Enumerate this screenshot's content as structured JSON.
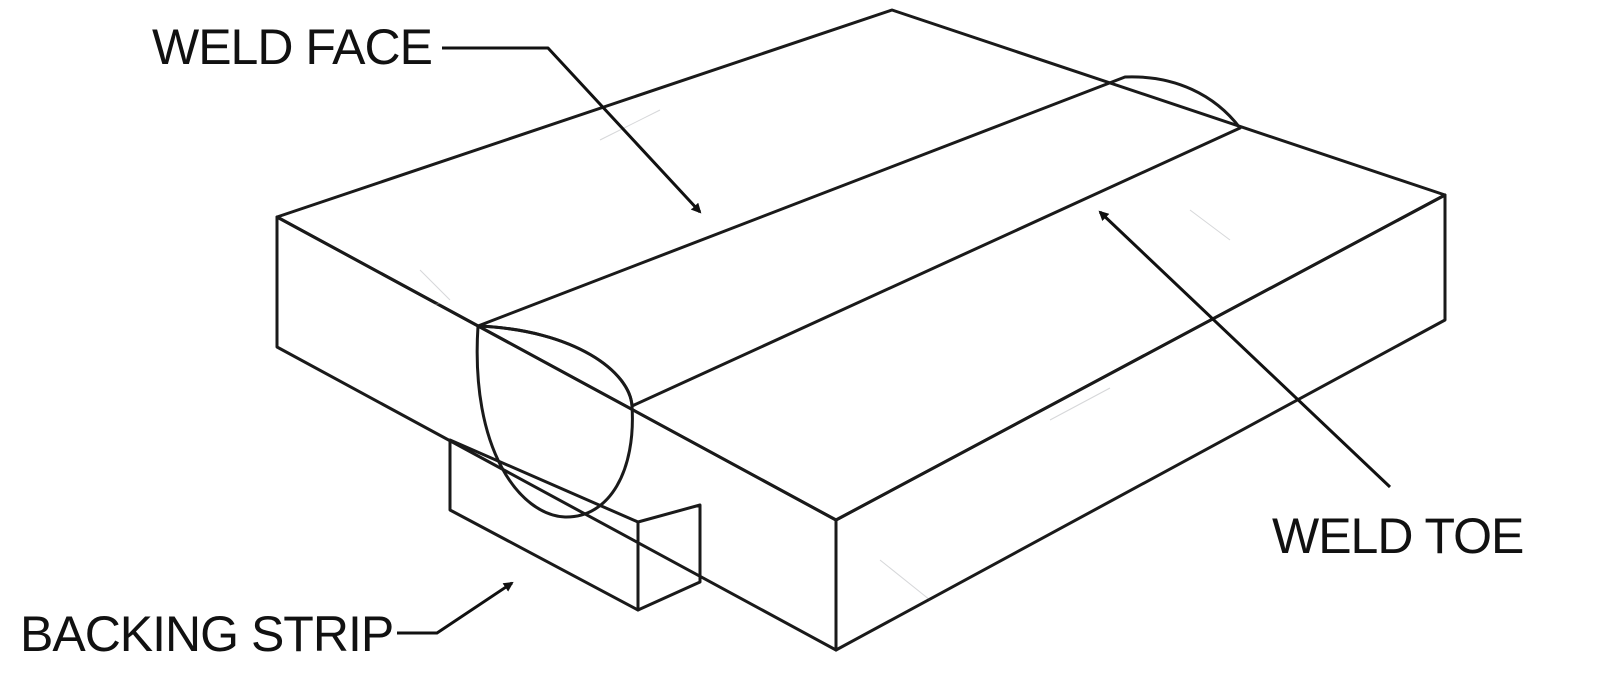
{
  "labels": {
    "weld_face": "WELD FACE",
    "weld_toe": "WELD TOE",
    "backing_strip": "BACKING STRIP"
  },
  "colors": {
    "weld_red": "#e41f26",
    "weld_dark_red": "#8a0a0c",
    "backing_orange": "#f7901e",
    "backing_orange_dark": "#e57c12",
    "steel_light": "#c9cbcd",
    "steel_mid": "#a9acaf",
    "steel_dark": "#8c8f93",
    "outline": "#1a1a1a"
  }
}
